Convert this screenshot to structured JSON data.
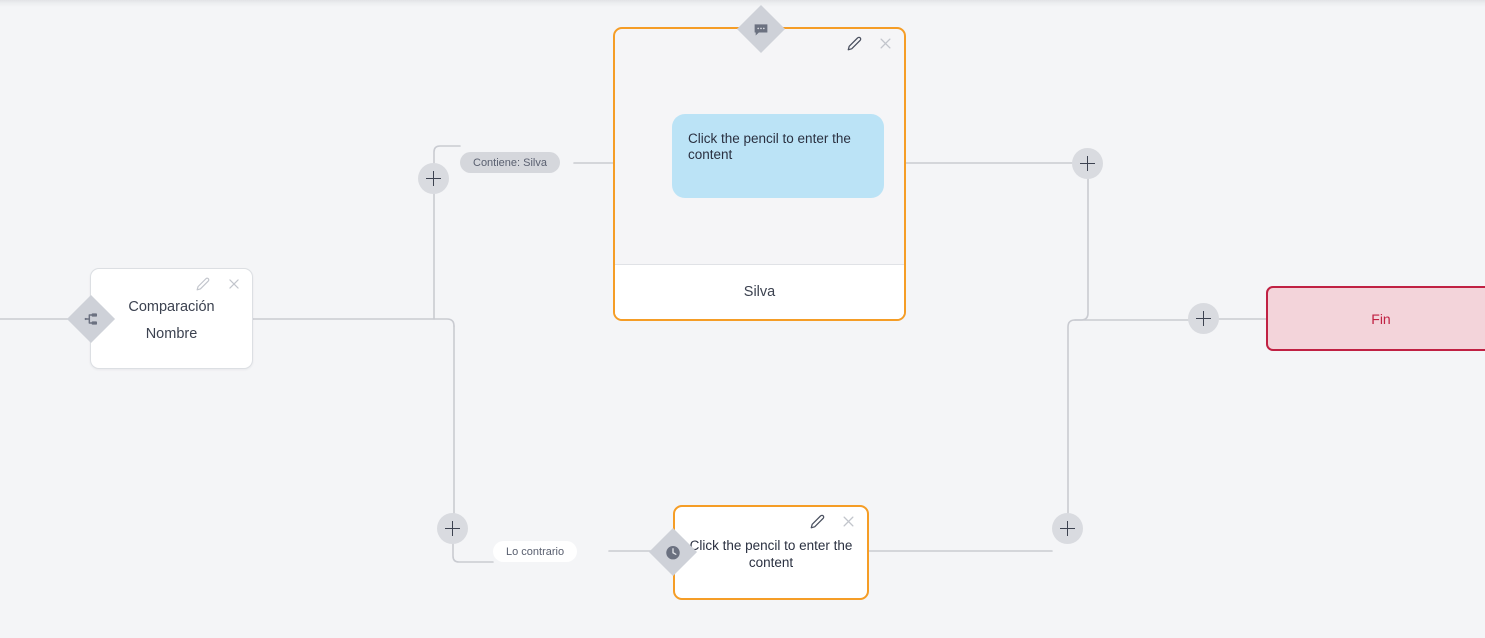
{
  "app": {
    "canvas_label": "flow-editor-canvas"
  },
  "nodes": {
    "comparacion": {
      "title": "Comparación",
      "subtitle": "Nombre",
      "badge_icon": "branch-icon",
      "edit_icon": "pencil-icon",
      "close_icon": "close-icon"
    },
    "message_top": {
      "bubble_text": "Click the pencil to enter the content",
      "footer_label": "Silva",
      "badge_icon": "chat-bubble-icon",
      "edit_icon": "pencil-icon",
      "close_icon": "close-icon",
      "accent_color": "#f59d26",
      "bubble_color": "#bbe3f6"
    },
    "message_bottom": {
      "body_text": "Click the pencil to enter the content",
      "badge_icon": "clock-icon",
      "edit_icon": "pencil-icon",
      "close_icon": "close-icon",
      "accent_color": "#f59d26"
    },
    "fin": {
      "label": "Fin",
      "border_color": "#c02143",
      "fill_color": "#f3d4da",
      "text_color": "#c02143"
    }
  },
  "edge_labels": {
    "contiene": "Contiene: Silva",
    "contrario": "Lo contrario"
  },
  "add_buttons": {
    "plus_1": "+",
    "plus_2": "+",
    "plus_3": "+",
    "plus_4": "+",
    "plus_5": "+"
  },
  "colors": {
    "canvas_bg": "#f4f5f7",
    "wire": "#c9cbd1",
    "diamond": "#ced1d8",
    "plus_bg": "#d9dbe0"
  }
}
